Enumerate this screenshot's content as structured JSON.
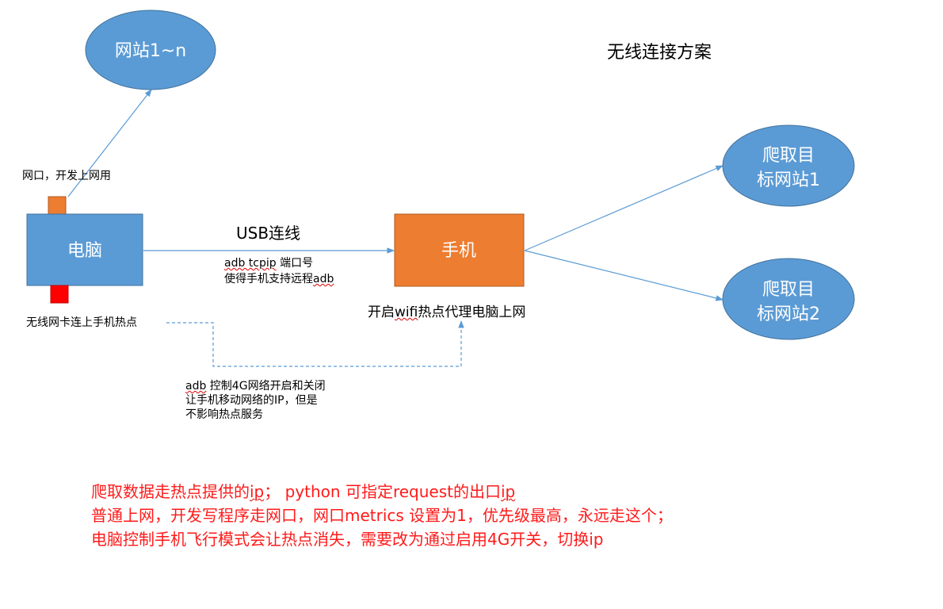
{
  "colors": {
    "ellipse": "#5b9bd5",
    "ellipse_stroke": "#41719c",
    "computer": "#5b9bd5",
    "phone": "#ed7d31",
    "port_lan": "#ed7d31",
    "port_wifi": "#ff0000",
    "arrow": "#5b9bd5",
    "note_text": "#ff1a1a"
  },
  "title": "无线连接方案",
  "nodes": {
    "website_range": "网站1~n",
    "computer": "电脑",
    "phone": "手机",
    "target1_line1": "爬取目",
    "target1_line2": "标网站1",
    "target2_line1": "爬取目",
    "target2_line2": "标网站2"
  },
  "labels": {
    "lan_port": "网口，开发上网用",
    "wifi_card": "无线网卡连上手机热点",
    "usb": "USB连线",
    "adb_tcpip_cmd": "adb tcpip",
    "adb_tcpip_rest": " 端口号",
    "adb_remote_prefix": "使得手机支持远程",
    "adb_remote_cmd": "adb",
    "hotspot_prefix": "开启",
    "hotspot_wifi": "wifi",
    "hotspot_rest": "热点代理电脑上网",
    "adb4g_cmd": "adb",
    "adb4g_rest": " 控制4G网络开启和关闭",
    "adb4g_line2": "让手机移动网络的IP，但是",
    "adb4g_line3": "不影响热点服务"
  },
  "notes": {
    "line1_a": "爬取数据走热点提供的",
    "line1_ip": "ip",
    "line1_b": "；  python 可指定request的出口",
    "line1_ip2": "ip",
    "line2": "普通上网，开发写程序走网口，网口metrics 设置为1，优先级最高，永远走这个；",
    "line3": "电脑控制手机飞行模式会让热点消失，需要改为通过启用4G开关，切换ip"
  }
}
